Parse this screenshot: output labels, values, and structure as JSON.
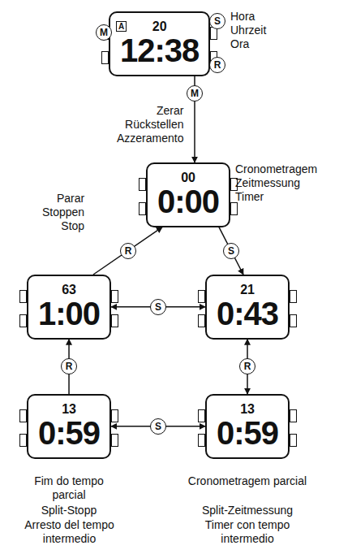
{
  "diagram": {
    "nodes": [
      {
        "text": [
          "A",
          "20",
          "12:38"
        ]
      },
      {
        "text": [
          "00",
          "0:00"
        ]
      },
      {
        "text": [
          "63",
          "1:00"
        ]
      },
      {
        "text": [
          "21",
          "0:43"
        ]
      },
      {
        "text": [
          "13",
          "0:59"
        ]
      },
      {
        "text": [
          "13",
          "0:59"
        ]
      }
    ],
    "edges": [
      {
        "from": 0,
        "to": 1,
        "arrow": "to",
        "label": "M"
      },
      {
        "from": 1,
        "to": 3,
        "arrow": "to",
        "label": "S"
      },
      {
        "from": 3,
        "to": 2,
        "arrow": "both",
        "label": "S"
      },
      {
        "from": 3,
        "to": 5,
        "arrow": "both",
        "label": "R"
      },
      {
        "from": 2,
        "to": 1,
        "arrow": "to",
        "label": "R"
      },
      {
        "from": 4,
        "to": 2,
        "arrow": "to",
        "label": "R"
      },
      {
        "from": 4,
        "to": 5,
        "arrow": "both",
        "label": "S"
      }
    ],
    "labels": [
      "M",
      "S",
      "Hora Uhrzeit Ora",
      "R",
      "Zerar Rückstellen Azzeramento",
      "Parar Stoppen Stop",
      "Cronometragem Zeitmessung Timer",
      "Fim do tempo parcial",
      "Split-Stopp",
      "Arresto del tempo intermedio",
      "Cronometragem parcial",
      "Split-Zeitmessung",
      "Timer con tempo intermedio"
    ]
  }
}
